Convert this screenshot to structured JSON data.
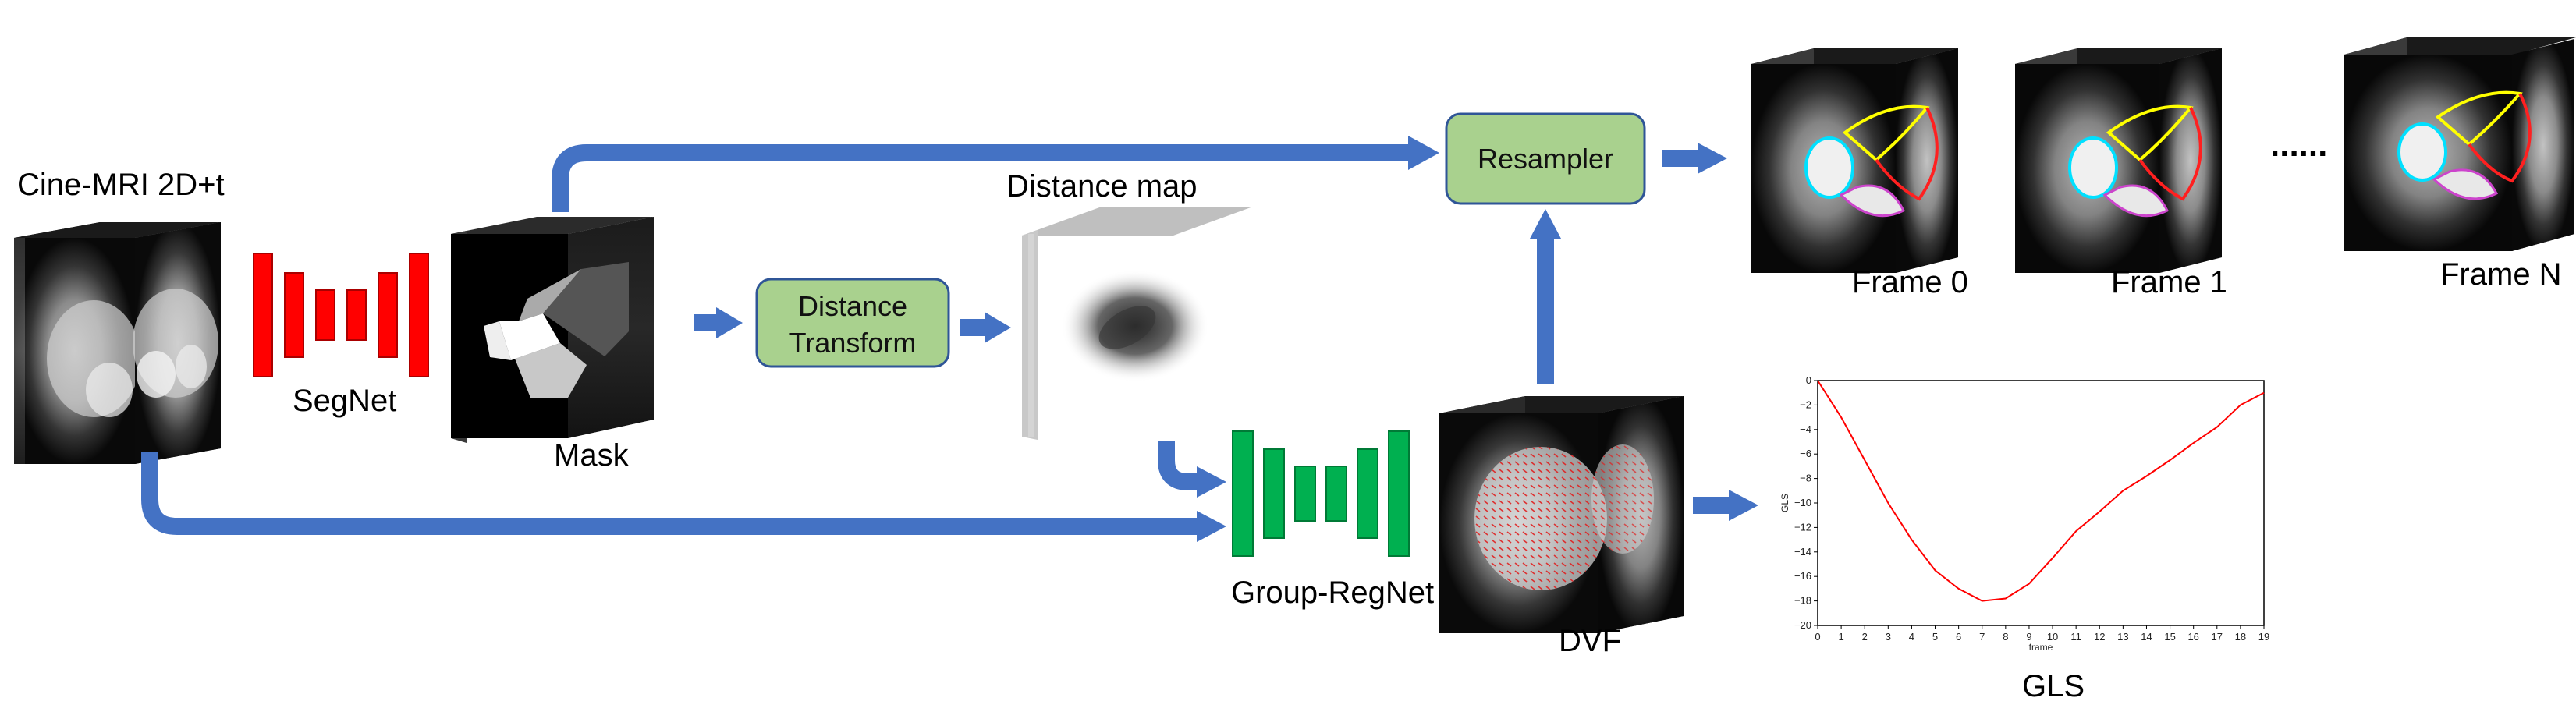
{
  "input": {
    "label": "Cine-MRI 2D+t"
  },
  "segnet": {
    "label": "SegNet",
    "color": "#ff0000"
  },
  "mask": {
    "label": "Mask"
  },
  "distance_transform": {
    "line1": "Distance",
    "line2": "Transform"
  },
  "distance_map": {
    "label": "Distance map"
  },
  "resampler": {
    "label": "Resampler"
  },
  "regnet": {
    "label": "Group-RegNet",
    "color": "#00b050"
  },
  "dvf": {
    "label": "DVF"
  },
  "frames": [
    {
      "label": "Frame 0"
    },
    {
      "label": "Frame 1"
    },
    {
      "label": "Frame N"
    }
  ],
  "ellipsis": "......",
  "gls": {
    "label": "GLS",
    "chart_data": {
      "type": "line",
      "xlabel": "frame",
      "ylabel": "GLS",
      "xlim": [
        0,
        19
      ],
      "ylim": [
        -20,
        0
      ],
      "x_ticks": [
        0,
        1,
        2,
        3,
        4,
        5,
        6,
        7,
        8,
        9,
        10,
        11,
        12,
        13,
        14,
        15,
        16,
        17,
        18,
        19
      ],
      "y_ticks": [
        0,
        -2,
        -4,
        -6,
        -8,
        -10,
        -12,
        -14,
        -16,
        -18,
        -20
      ],
      "color": "#ff0000",
      "x": [
        0,
        1,
        2,
        3,
        4,
        5,
        6,
        7,
        8,
        9,
        10,
        11,
        12,
        13,
        14,
        15,
        16,
        17,
        18,
        19
      ],
      "y": [
        0,
        -3,
        -6.5,
        -10,
        -13,
        -15.5,
        -17,
        -18,
        -17.8,
        -16.6,
        -14.5,
        -12.3,
        -10.7,
        -9,
        -7.8,
        -6.5,
        -5.1,
        -3.8,
        -2,
        -1
      ]
    }
  },
  "colors": {
    "arrow": "#4472c4",
    "box_fill": "#a9d18e",
    "box_stroke": "#2f5597"
  }
}
